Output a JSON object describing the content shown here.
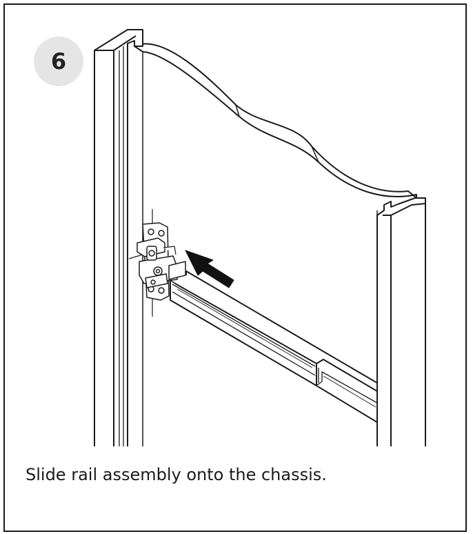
{
  "step": {
    "number": "6",
    "instruction": "Slide rail assembly onto the chassis."
  },
  "illustration": {
    "parts": [
      "cabinet-side-panel",
      "curved-top-panel",
      "right-side-panel",
      "hinge-mount",
      "slide-rail",
      "direction-arrow"
    ],
    "line_color": "#1a1a1a",
    "fill_color": "#ffffff",
    "shade_color": "#d8d8d8"
  }
}
